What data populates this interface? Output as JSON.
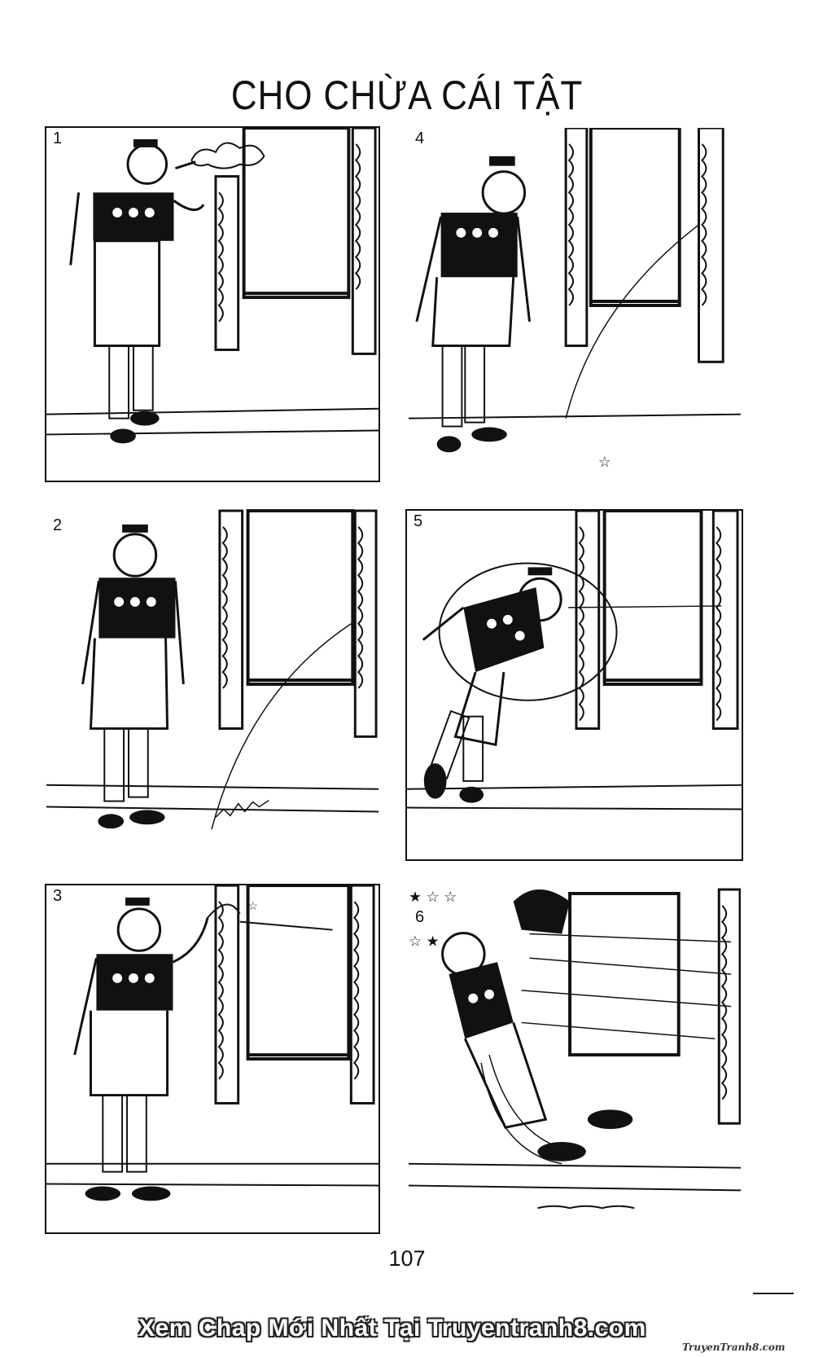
{
  "page": {
    "title": "CHO CHỪA CÁI TẬT",
    "page_number": "107",
    "banner": "Xem Chap Mới Nhất Tại Truyentranh8.com",
    "watermark": "TruyenTranh8.com"
  },
  "panels": [
    {
      "number": "1"
    },
    {
      "number": "2"
    },
    {
      "number": "3"
    },
    {
      "number": "4"
    },
    {
      "number": "5"
    },
    {
      "number": "6"
    }
  ]
}
